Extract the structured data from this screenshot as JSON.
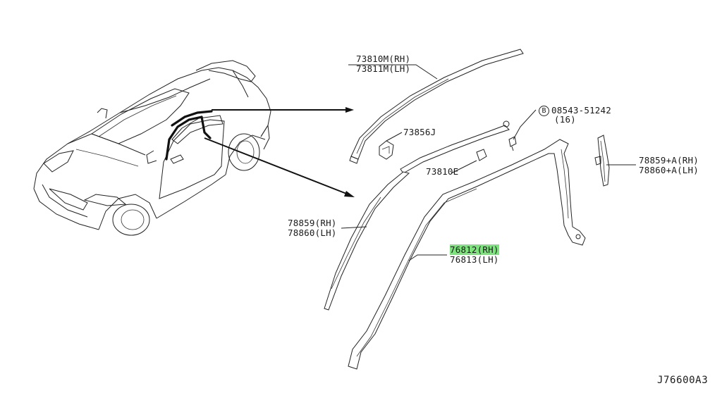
{
  "labels": {
    "roof_molding_rh": "73810M(RH)",
    "roof_molding_lh": "73811M(LH)",
    "clip_73856j": "73856J",
    "bolt_ref_symbol": "B",
    "bolt_number": "08543-51242",
    "bolt_qty": "(16)",
    "clip_73810e": "73810E",
    "finisher_a_rh": "78859+A(RH)",
    "finisher_a_lh": "78860+A(LH)",
    "finisher_rh": "78859(RH)",
    "finisher_lh": "78860(LH)",
    "weatherstrip_rh_num": "76812",
    "weatherstrip_rh_side": "(RH)",
    "weatherstrip_lh": "76813(LH)",
    "diagram_code": "J76600A3"
  },
  "colors": {
    "highlight": "#7de37d",
    "line": "#222222"
  }
}
